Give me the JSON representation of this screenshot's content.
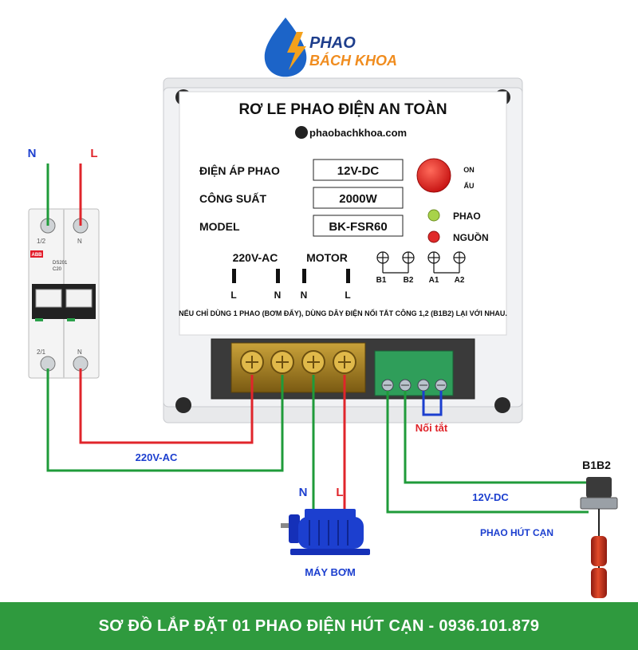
{
  "brand": {
    "line1": "PHAO",
    "line2": "BÁCH KHOA"
  },
  "device": {
    "title": "RƠ LE PHAO ĐIỆN AN TOÀN",
    "website": "phaobachkhoa.com",
    "specs": [
      {
        "label": "ĐIỆN ÁP PHAO",
        "value": "12V-DC"
      },
      {
        "label": "CÔNG SUẤT",
        "value": "2000W"
      },
      {
        "label": "MODEL",
        "value": "BK-FSR60"
      }
    ],
    "button_on": "ON",
    "button_off": "ẤU",
    "led_phao": "PHAO",
    "led_nguon": "NGUỒN",
    "section_power": "220V-AC",
    "section_motor": "MOTOR",
    "terminal_labels": [
      "L",
      "N",
      "N",
      "L"
    ],
    "float_terminals": [
      "B1",
      "B2",
      "A1",
      "A2"
    ],
    "note": "NẾU CHỈ DÙNG 1 PHAO (BƠM ĐẨY), DÙNG DÂY ĐIỆN NỐI TẮT CÔNG 1,2 (B1B2) LẠI VỚI NHAU."
  },
  "breaker": {
    "input_n": "N",
    "input_l": "L",
    "top_left": "1/2",
    "top_right": "N",
    "bottom_left": "2/1",
    "bottom_right": "N",
    "brand": "ABB",
    "model": "DS201",
    "rating": "C20"
  },
  "wiring": {
    "ac_label": "220V-AC",
    "dc_label": "12V-DC",
    "jumper_label": "Nối tắt",
    "motor_n": "N",
    "motor_l": "L",
    "pump_label": "MÁY BƠM",
    "float_id": "B1B2",
    "float_label": "PHAO HÚT CẠN"
  },
  "footer": {
    "text": "SƠ ĐỒ LẮP ĐẶT 01 PHAO ĐIỆN HÚT CẠN - 0936.101.879"
  },
  "colors": {
    "green": "#1f9b3a",
    "red": "#e0252b",
    "blue": "#1c3fcf",
    "footer": "#2f9a3e"
  }
}
